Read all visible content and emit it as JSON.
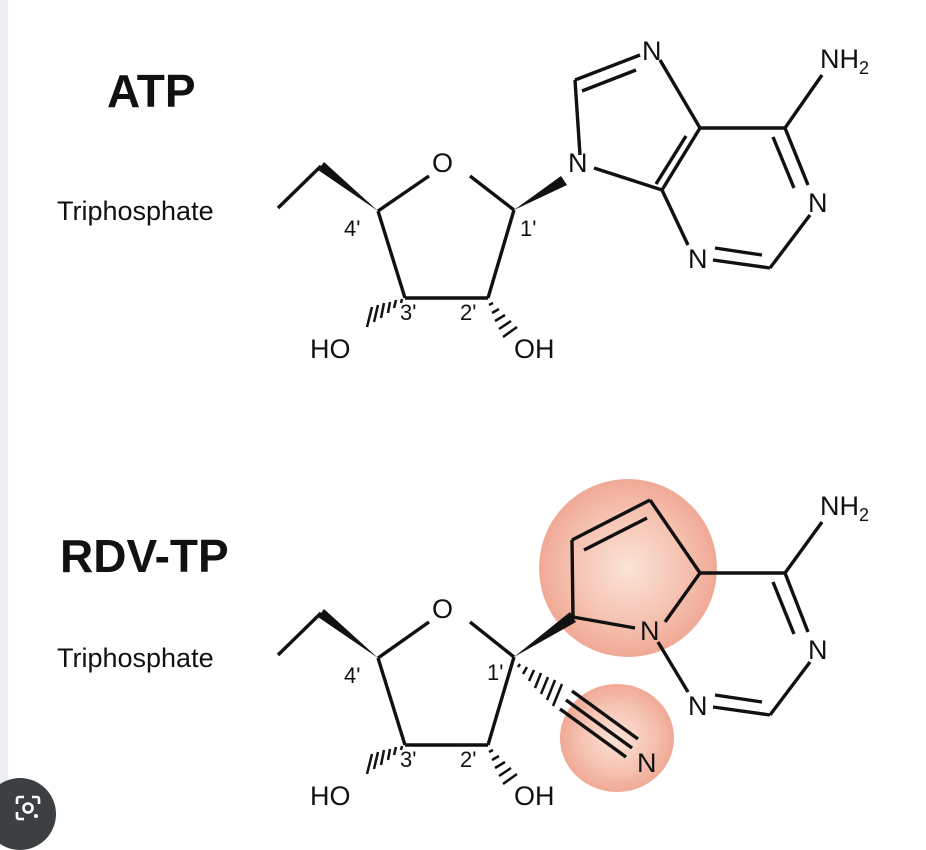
{
  "structures": [
    {
      "name": "ATP",
      "triphosphate_label": "Triphosphate",
      "ring_oxygen": "O",
      "positions": [
        "4'",
        "3'",
        "2'",
        "1'"
      ],
      "hydroxyls": [
        "HO",
        "OH"
      ],
      "nitrogens": [
        "N",
        "N",
        "N",
        "N"
      ],
      "amine": "NH",
      "amine_subscript": "2"
    },
    {
      "name": "RDV-TP",
      "triphosphate_label": "Triphosphate",
      "ring_oxygen": "O",
      "positions": [
        "4'",
        "3'",
        "2'",
        "1'"
      ],
      "hydroxyls": [
        "HO",
        "OH"
      ],
      "nitrogens": [
        "N",
        "N",
        "N"
      ],
      "nitrile_nitrogen": "N",
      "amine": "NH",
      "amine_subscript": "2"
    }
  ],
  "colors": {
    "bond": "#111111",
    "highlight": "#f4b6a6",
    "background": "#ffffff"
  },
  "icons": [
    "google-lens-icon"
  ]
}
